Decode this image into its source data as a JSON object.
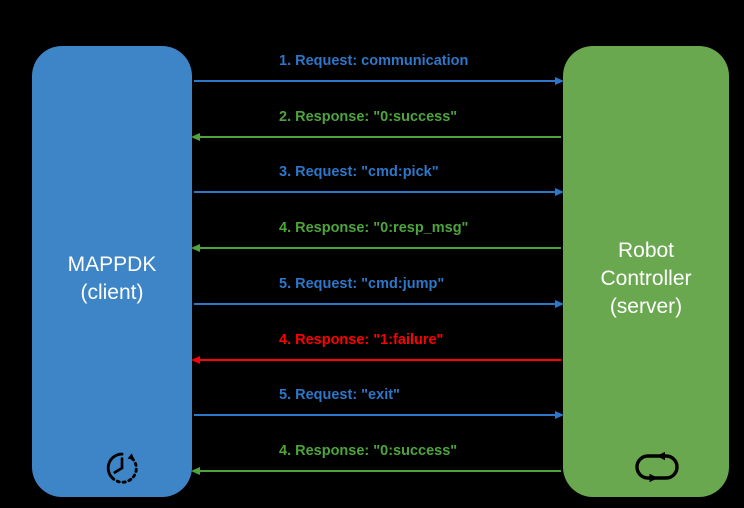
{
  "diagram": {
    "background": "#000000",
    "client": {
      "title_lines": [
        "MAPPDK",
        "(client)"
      ],
      "box_color": "#3D85C6",
      "text_color": "#FFFFFF",
      "icon": "clock-icon"
    },
    "server": {
      "title_lines": [
        "Robot",
        "Controller",
        "(server)"
      ],
      "box_color": "#6AA84F",
      "text_color": "#FFFFFF",
      "icon": "loop-icon"
    },
    "messages": [
      {
        "label": "1. Request: communication",
        "direction": "right",
        "color": "#2E77C8",
        "type": "request"
      },
      {
        "label": "2. Response: \"0:success\"",
        "direction": "left",
        "color": "#4EA43C",
        "type": "response"
      },
      {
        "label": "3. Request: \"cmd:pick\"",
        "direction": "right",
        "color": "#2E77C8",
        "type": "request"
      },
      {
        "label": "4. Response: \"0:resp_msg\"",
        "direction": "left",
        "color": "#4EA43C",
        "type": "response"
      },
      {
        "label": "5. Request: \"cmd:jump\"",
        "direction": "right",
        "color": "#2E77C8",
        "type": "request"
      },
      {
        "label": "4. Response: \"1:failure\"",
        "direction": "left",
        "color": "#FF0000",
        "type": "response-error"
      },
      {
        "label": "5. Request: \"exit\"",
        "direction": "right",
        "color": "#2E77C8",
        "type": "request"
      },
      {
        "label": "4. Response: \"0:success\"",
        "direction": "left",
        "color": "#4EA43C",
        "type": "response"
      }
    ]
  }
}
